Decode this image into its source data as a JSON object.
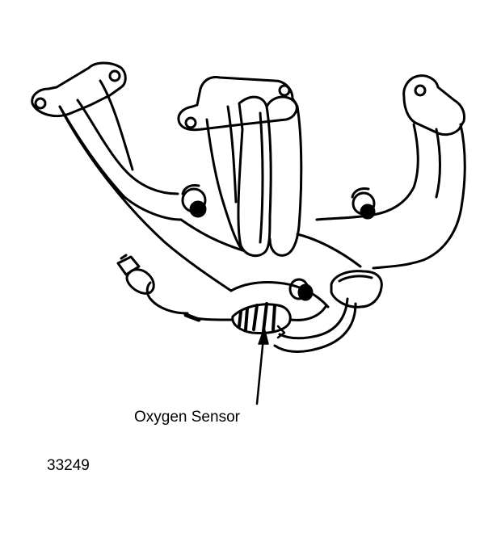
{
  "diagram": {
    "callout_label": "Oxygen Sensor",
    "figure_number": "33249",
    "colors": {
      "ink": "#000000",
      "paper": "#ffffff"
    },
    "icons": [
      "exhaust-manifold-illustration",
      "oxygen-sensor-illustration"
    ]
  }
}
